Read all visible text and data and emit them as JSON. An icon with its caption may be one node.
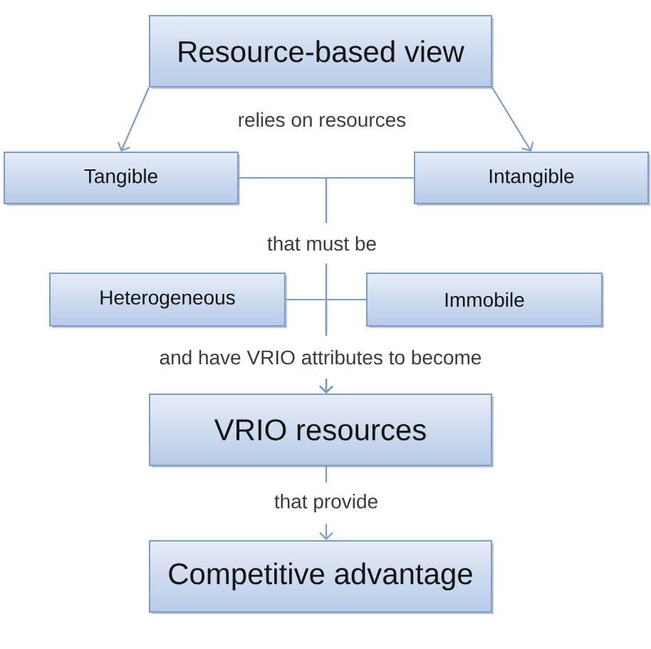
{
  "diagram": {
    "nodes": [
      {
        "text": [
          "Resource-based view"
        ]
      },
      {
        "text": [
          "Tangible"
        ]
      },
      {
        "text": [
          "Intangible"
        ]
      },
      {
        "text": [
          "Heterogeneous"
        ]
      },
      {
        "text": [
          "Immobile"
        ]
      },
      {
        "text": [
          "VRIO resources"
        ]
      },
      {
        "text": [
          "Competitive advantage"
        ]
      }
    ],
    "edges": [
      {
        "from": 0,
        "to": 1,
        "arrow": "to"
      },
      {
        "from": 0,
        "to": 2,
        "arrow": "to"
      },
      {
        "from": 1,
        "to": 5,
        "arrow": "to"
      },
      {
        "from": 2,
        "to": 5,
        "arrow": "to"
      },
      {
        "from": 3,
        "to": 5,
        "arrow": "to"
      },
      {
        "from": 4,
        "to": 5,
        "arrow": "to"
      },
      {
        "from": 5,
        "to": 6,
        "arrow": "to",
        "label": "that provide"
      }
    ],
    "labels": [
      "relies on resources",
      "that must be",
      "and have VRIO attributes to become"
    ]
  }
}
